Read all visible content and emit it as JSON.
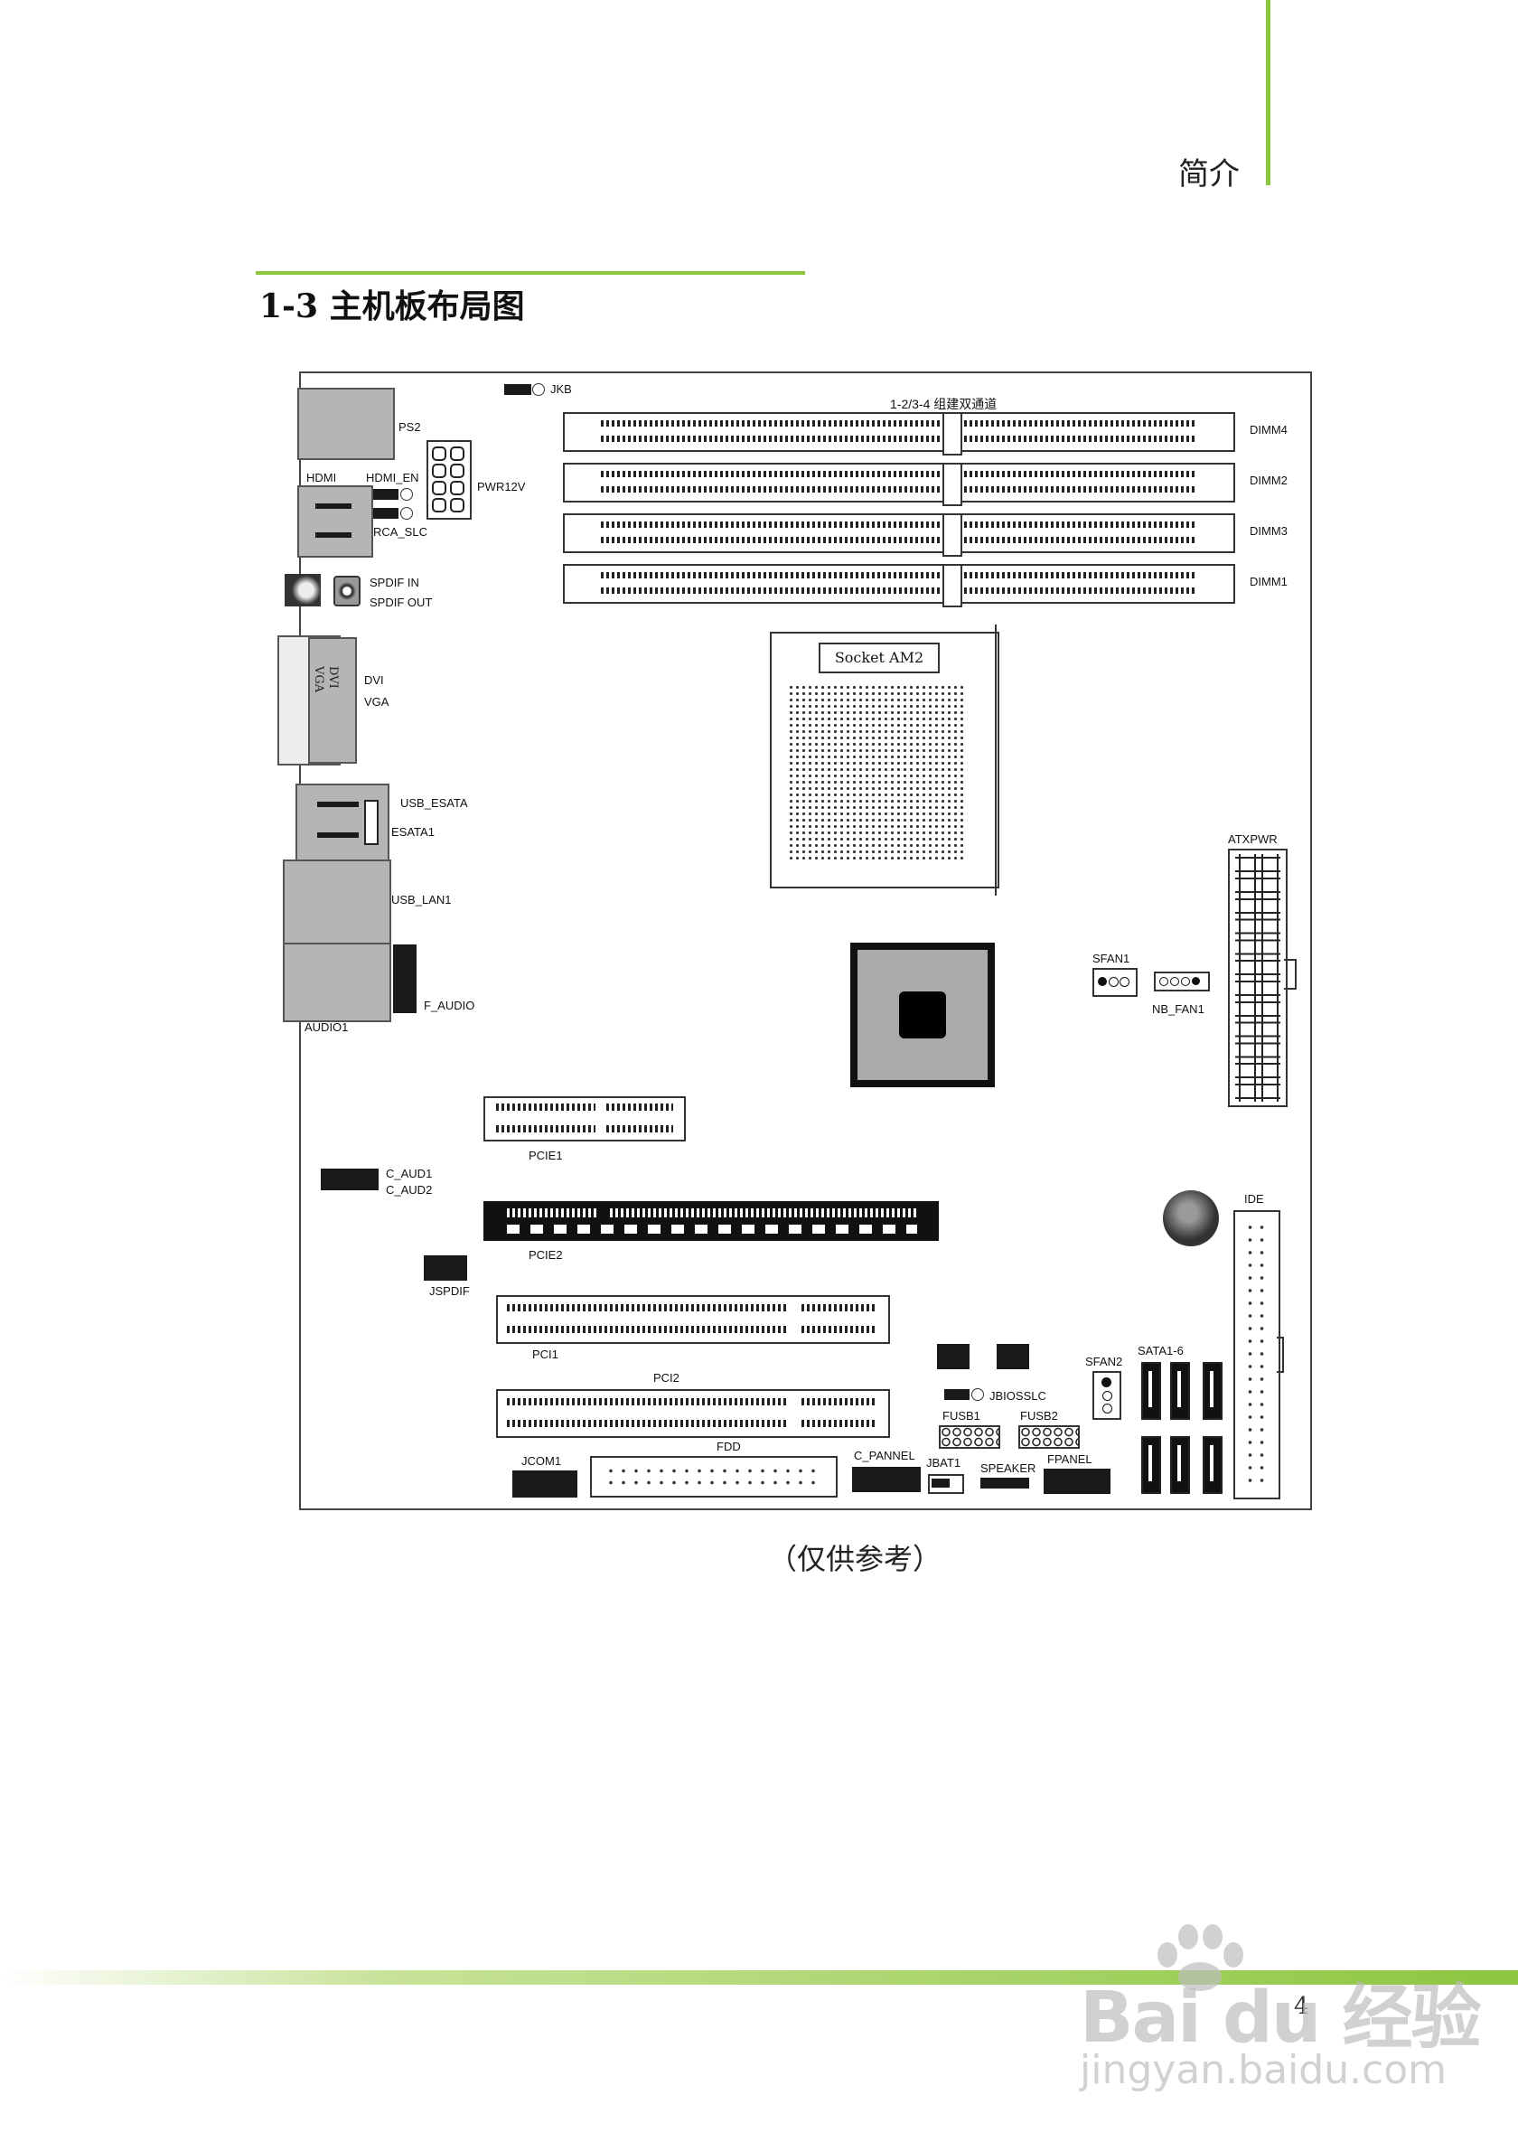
{
  "header": {
    "title": "简介"
  },
  "section": {
    "title": "1-3 主机板布局图"
  },
  "diagram": {
    "labels": {
      "jkb": "JKB",
      "dual_channel": "1-2/3-4 组建双通道",
      "dimm4": "DIMM4",
      "dimm2": "DIMM2",
      "dimm3": "DIMM3",
      "dimm1": "DIMM1",
      "ps2": "PS2",
      "pwr12v": "PWR12V",
      "hdmi": "HDMI",
      "hdmi_en": "HDMI_EN",
      "rca_slc": "RCA_SLC",
      "spdif_in": "SPDIF IN",
      "spdif_out": "SPDIF OUT",
      "dvi": "DVI",
      "vga": "VGA",
      "dvi_conn": "DVI",
      "vga_conn": "VGA",
      "socket": "Socket AM2",
      "usb_esata": "USB_ESATA",
      "esata1": "ESATA1",
      "usb_lan1": "USB_LAN1",
      "f_audio": "F_AUDIO",
      "audio1": "AUDIO1",
      "atxpwr": "ATXPWR",
      "sfan1": "SFAN1",
      "nb_fan1": "NB_FAN1",
      "pcie1": "PCIE1",
      "c_aud1": "C_AUD1",
      "c_aud2": "C_AUD2",
      "pcie2": "PCIE2",
      "ide": "IDE",
      "jspdif": "JSPDIF",
      "pci1": "PCI1",
      "pci2": "PCI2",
      "sata": "SATA1-6",
      "sfan2": "SFAN2",
      "jbiosslc": "JBIOSSLC",
      "fusb1": "FUSB1",
      "fusb2": "FUSB2",
      "jcom1": "JCOM1",
      "fdd": "FDD",
      "c_pannel": "C_PANNEL",
      "jbat1": "JBAT1",
      "speaker": "SPEAKER",
      "fpanel": "FPANEL"
    }
  },
  "caption": "（仅供参考）",
  "footer": {
    "page_number": "4"
  },
  "watermark": {
    "brand": "Bai du 经验",
    "url": "jingyan.baidu.com",
    "icon": "paw-icon"
  },
  "colors": {
    "accent": "#8cc63f"
  }
}
